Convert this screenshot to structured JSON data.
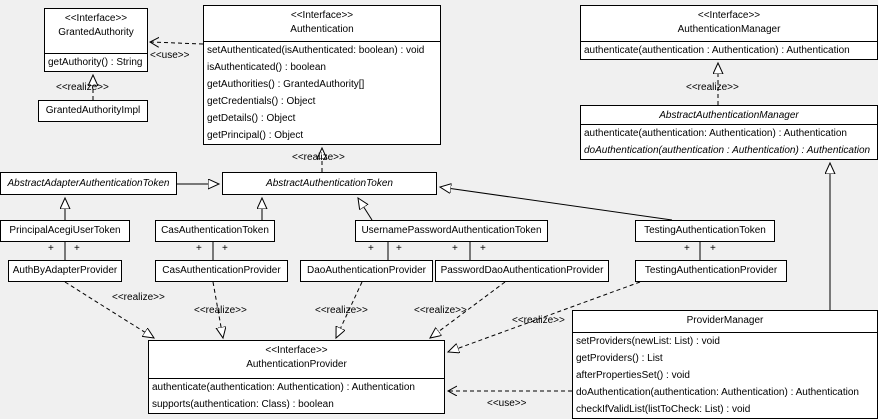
{
  "labels": {
    "use": "<<use>>",
    "realize": "<<realize>>",
    "plus": "+"
  },
  "nodes": {
    "granted_authority": {
      "stereotype": "<<Interface>>",
      "name": "GrantedAuthority",
      "methods": [
        "getAuthority() : String"
      ]
    },
    "granted_authority_impl": {
      "name": "GrantedAuthorityImpl"
    },
    "authentication": {
      "stereotype": "<<Interface>>",
      "name": "Authentication",
      "methods": [
        "setAuthenticated(isAuthenticated: boolean) : void",
        "isAuthenticated() : boolean",
        "getAuthorities() : GrantedAuthority[]",
        "getCredentials() : Object",
        "getDetails() : Object",
        "getPrincipal() : Object"
      ]
    },
    "authentication_manager": {
      "stereotype": "<<Interface>>",
      "name": "AuthenticationManager",
      "methods": [
        "authenticate(authentication : Authentication) : Authentication"
      ]
    },
    "abstract_authentication_manager": {
      "name": "AbstractAuthenticationManager",
      "methods": [
        "authenticate(authentication: Authentication) : Authentication",
        "doAuthentication(authentication : Authentication) : Authentication"
      ]
    },
    "abstract_adapter_authentication_token": {
      "name": "AbstractAdapterAuthenticationToken"
    },
    "abstract_authentication_token": {
      "name": "AbstractAuthenticationToken"
    },
    "principal_acegi_user_token": {
      "name": "PrincipalAcegiUserToken"
    },
    "cas_authentication_token": {
      "name": "CasAuthenticationToken"
    },
    "username_password_authentication_token": {
      "name": "UsernamePasswordAuthenticationToken"
    },
    "testing_authentication_token": {
      "name": "TestingAuthenticationToken"
    },
    "auth_by_adapter_provider": {
      "name": "AuthByAdapterProvider"
    },
    "cas_authentication_provider": {
      "name": "CasAuthenticationProvider"
    },
    "dao_authentication_provider": {
      "name": "DaoAuthenticationProvider"
    },
    "password_dao_authentication_provider": {
      "name": "PasswordDaoAuthenticationProvider"
    },
    "testing_authentication_provider": {
      "name": "TestingAuthenticationProvider"
    },
    "authentication_provider": {
      "stereotype": "<<Interface>>",
      "name": "AuthenticationProvider",
      "methods": [
        "authenticate(authentication: Authentication) : Authentication",
        "supports(authentication: Class) : boolean"
      ]
    },
    "provider_manager": {
      "name": "ProviderManager",
      "methods": [
        "setProviders(newList: List) : void",
        "getProviders() : List",
        "afterPropertiesSet() : void",
        "doAuthentication(authentication: Authentication) : Authentication",
        "checkIfValidList(listToCheck: List) : void"
      ]
    }
  }
}
